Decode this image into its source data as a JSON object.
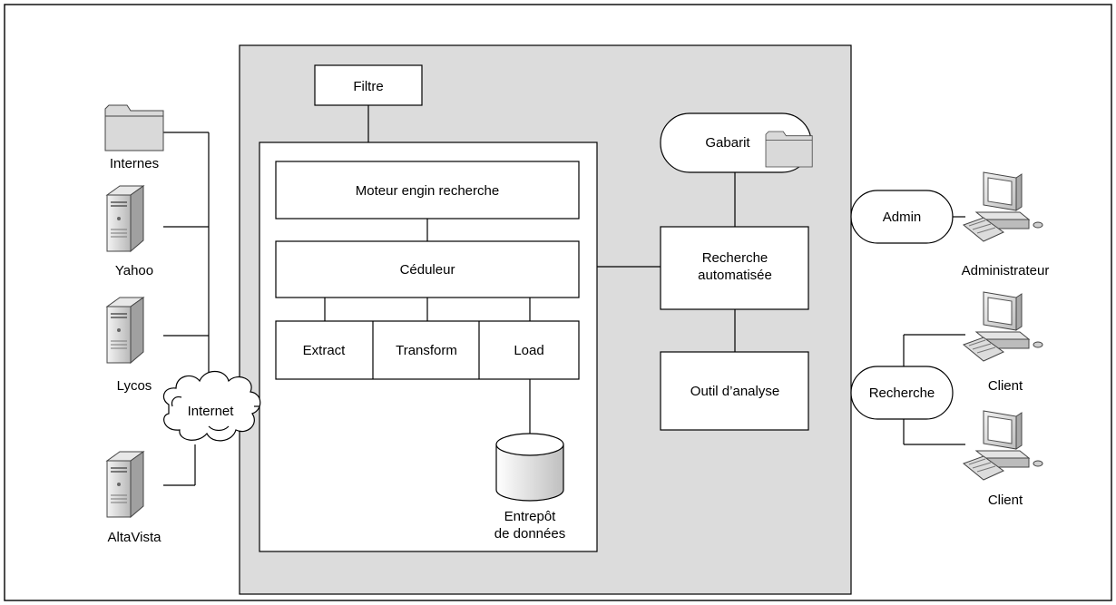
{
  "sources": {
    "internes": "Internes",
    "yahoo": "Yahoo",
    "lycos": "Lycos",
    "altavista": "AltaVista"
  },
  "internet": "Internet",
  "system": {
    "filtre": "Filtre",
    "moteur": "Moteur engin recherche",
    "ceduleur": "Céduleur",
    "extract": "Extract",
    "transform": "Transform",
    "load": "Load",
    "entrepot_line1": "Entrepôt",
    "entrepot_line2": "de données",
    "gabarit": "Gabarit",
    "recherche_auto_line1": "Recherche",
    "recherche_auto_line2": "automatisée",
    "outil": "Outil d’analyse"
  },
  "users": {
    "admin": "Admin",
    "administrateur": "Administrateur",
    "recherche": "Recherche",
    "client1": "Client",
    "client2": "Client"
  },
  "colors": {
    "panel": "#dcdcdc",
    "server": "#d0d0d0",
    "folder": "#d8d8d8"
  }
}
